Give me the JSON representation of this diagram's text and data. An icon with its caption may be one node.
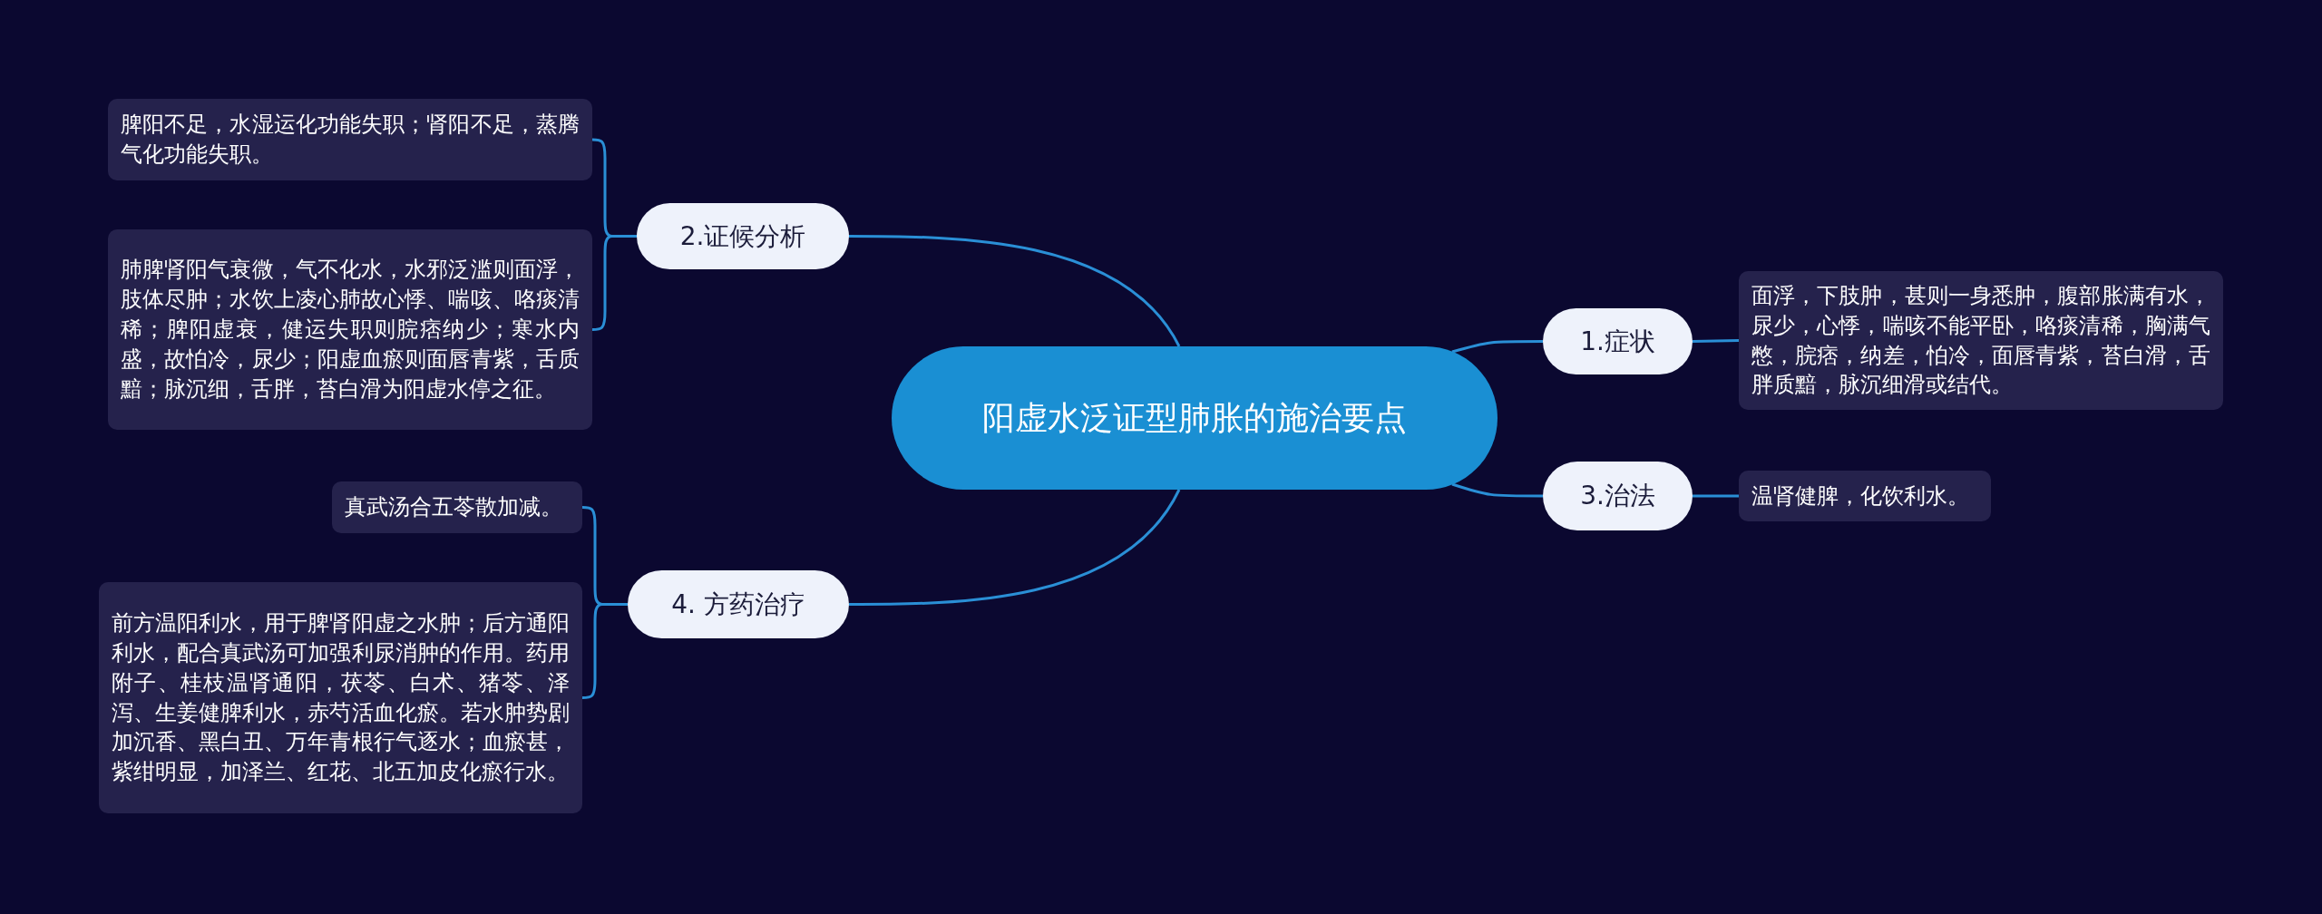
{
  "diagram": {
    "nodes": [
      {
        "text": [
          "阳虚水泛证型肺胀的施治要点"
        ]
      },
      {
        "text": [
          "1.症状"
        ]
      },
      {
        "text": [
          "面浮，下肢肿，甚则一身悉肿，腹部胀满有水，尿少，心悸，喘咳不能平卧，咯痰清稀，胸满气憋，脘痞，纳差，怕冷，面唇青紫，苔白滑，舌胖质黯，脉沉细滑或结代。"
        ]
      },
      {
        "text": [
          "2.证候分析"
        ]
      },
      {
        "text": [
          "脾阳不足，水湿运化功能失职；肾阳不足，蒸腾气化功能失职。"
        ]
      },
      {
        "text": [
          "肺脾肾阳气衰微，气不化水，水邪泛滥则面浮，肢体尽肿；水饮上凌心肺故心悸、喘咳、咯痰清稀；脾阳虚衰，健运失职则脘痞纳少；寒水内盛，故怕冷，尿少；阳虚血瘀则面唇青紫，舌质黯；脉沉细，舌胖，苔白滑为阳虚水停之征。"
        ]
      },
      {
        "text": [
          "3.治法"
        ]
      },
      {
        "text": [
          "温肾健脾，化饮利水。"
        ]
      },
      {
        "text": [
          "4. 方药治疗"
        ]
      },
      {
        "text": [
          "真武汤合五苓散加减。"
        ]
      },
      {
        "text": [
          "前方温阳利水，用于脾肾阳虚之水肿；后方通阳利水，配合真武汤可加强利尿消肿的作用。药用附子、桂枝温肾通阳，茯苓、白术、猪苓、泽泻、生姜健脾利水，赤芍活血化瘀。若水肿势剧加沉香、黑白丑、万年青根行气逐水；血瘀甚，紫绀明显，加泽兰、红花、北五加皮化瘀行水。"
        ]
      }
    ],
    "edges": [
      {
        "from": 0,
        "to": 1,
        "arrow": "none"
      },
      {
        "from": 1,
        "to": 2,
        "arrow": "none"
      },
      {
        "from": 0,
        "to": 3,
        "arrow": "none"
      },
      {
        "from": 3,
        "to": 4,
        "arrow": "none"
      },
      {
        "from": 3,
        "to": 5,
        "arrow": "none"
      },
      {
        "from": 0,
        "to": 6,
        "arrow": "none"
      },
      {
        "from": 6,
        "to": 7,
        "arrow": "none"
      },
      {
        "from": 0,
        "to": 8,
        "arrow": "none"
      },
      {
        "from": 8,
        "to": 9,
        "arrow": "none"
      },
      {
        "from": 8,
        "to": 10,
        "arrow": "none"
      }
    ]
  }
}
